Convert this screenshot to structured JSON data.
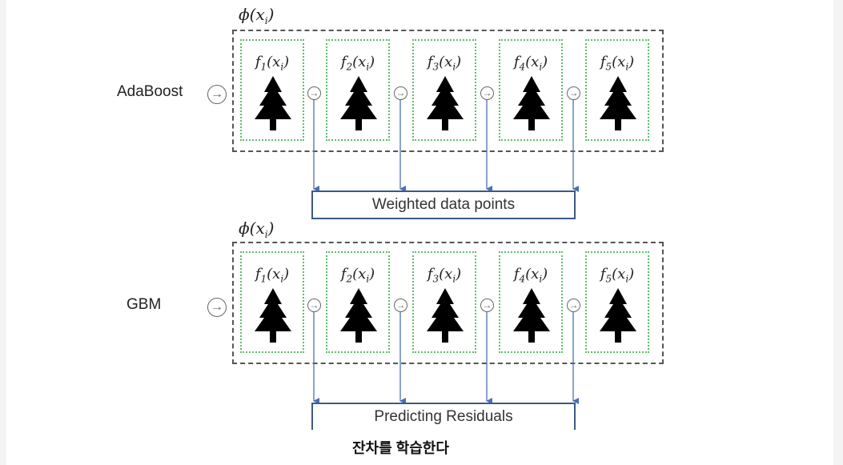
{
  "phi_label": {
    "symbol": "ϕ",
    "var": "x",
    "sub": "i"
  },
  "rows": [
    {
      "name": "AdaBoost",
      "result": "Weighted data points"
    },
    {
      "name": "GBM",
      "result": "Predicting Residuals"
    }
  ],
  "learners": [
    {
      "f": "f",
      "n": "1",
      "arg": "x",
      "sub": "i"
    },
    {
      "f": "f",
      "n": "2",
      "arg": "x",
      "sub": "i"
    },
    {
      "f": "f",
      "n": "3",
      "arg": "x",
      "sub": "i"
    },
    {
      "f": "f",
      "n": "4",
      "arg": "x",
      "sub": "i"
    },
    {
      "f": "f",
      "n": "5",
      "arg": "x",
      "sub": "i"
    }
  ],
  "caption": "잔차를 학습한다",
  "arrow_glyph": "→",
  "colors": {
    "outer_border": "#555555",
    "tree_border": "#5cbf6a",
    "connector": "#4a6fb5",
    "result_border": "#3c5a85",
    "tree": "#000000"
  }
}
